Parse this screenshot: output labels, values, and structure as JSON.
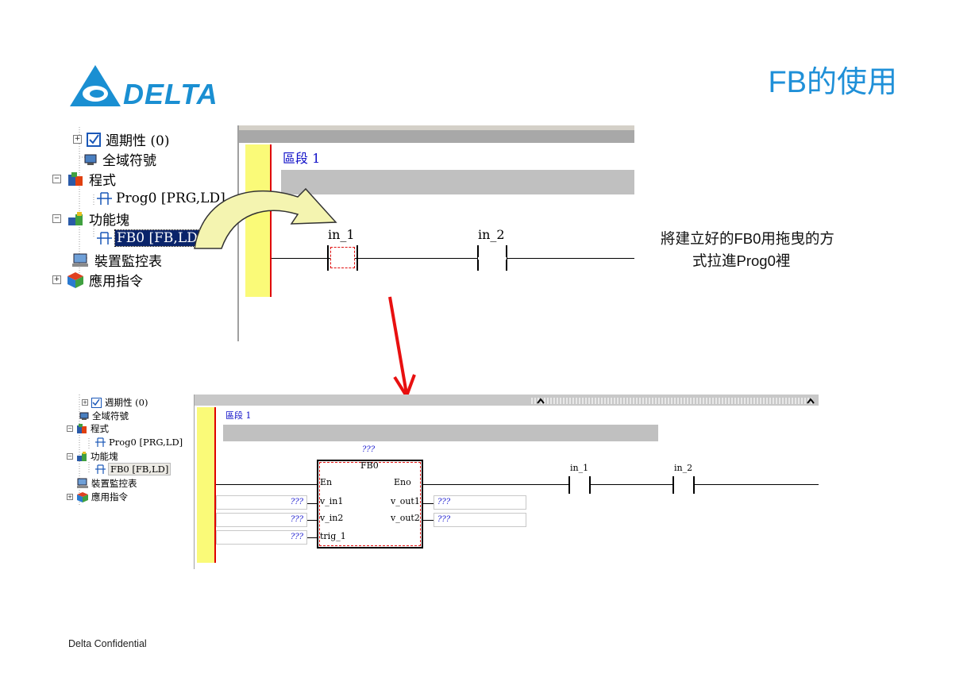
{
  "header": {
    "logo_text": "DELTA",
    "title": "FB的使用"
  },
  "note": {
    "line1": "將建立好的FB0用拖曳的方",
    "line2": "式拉進Prog0裡"
  },
  "footer": "Delta Confidential",
  "tree": {
    "items": [
      {
        "label": "週期性 (0)"
      },
      {
        "label": "全域符號"
      },
      {
        "label": "程式"
      },
      {
        "label": "Prog0 [PRG,LD]"
      },
      {
        "label": "功能塊"
      },
      {
        "label": "FB0 [FB,LD]"
      },
      {
        "label": "裝置監控表"
      },
      {
        "label": "應用指令"
      }
    ]
  },
  "top_ladder": {
    "segment_label": "區段 1",
    "contact1": "in_1",
    "contact2": "in_2"
  },
  "bottom_ladder": {
    "segment_label": "區段 1",
    "fb_instance": "???",
    "fb_name": "FB0",
    "pin_en": "En",
    "pin_eno": "Eno",
    "pin_in1": "v_in1",
    "pin_in2": "v_in2",
    "pin_trig": "trig_1",
    "pin_out1": "v_out1",
    "pin_out2": "v_out2",
    "in1_value": "???",
    "in2_value": "???",
    "trig_value": "???",
    "out1_value": "???",
    "out2_value": "???",
    "contact1": "in_1",
    "contact2": "in_2",
    "scroll_icon": "chevron-up-icon"
  },
  "colors": {
    "brand": "#1a8fd2",
    "rail": "#fafa78",
    "rail_line": "#e00000",
    "arrow_red": "#e81010",
    "drag_arrow": "#f4f4b0"
  }
}
